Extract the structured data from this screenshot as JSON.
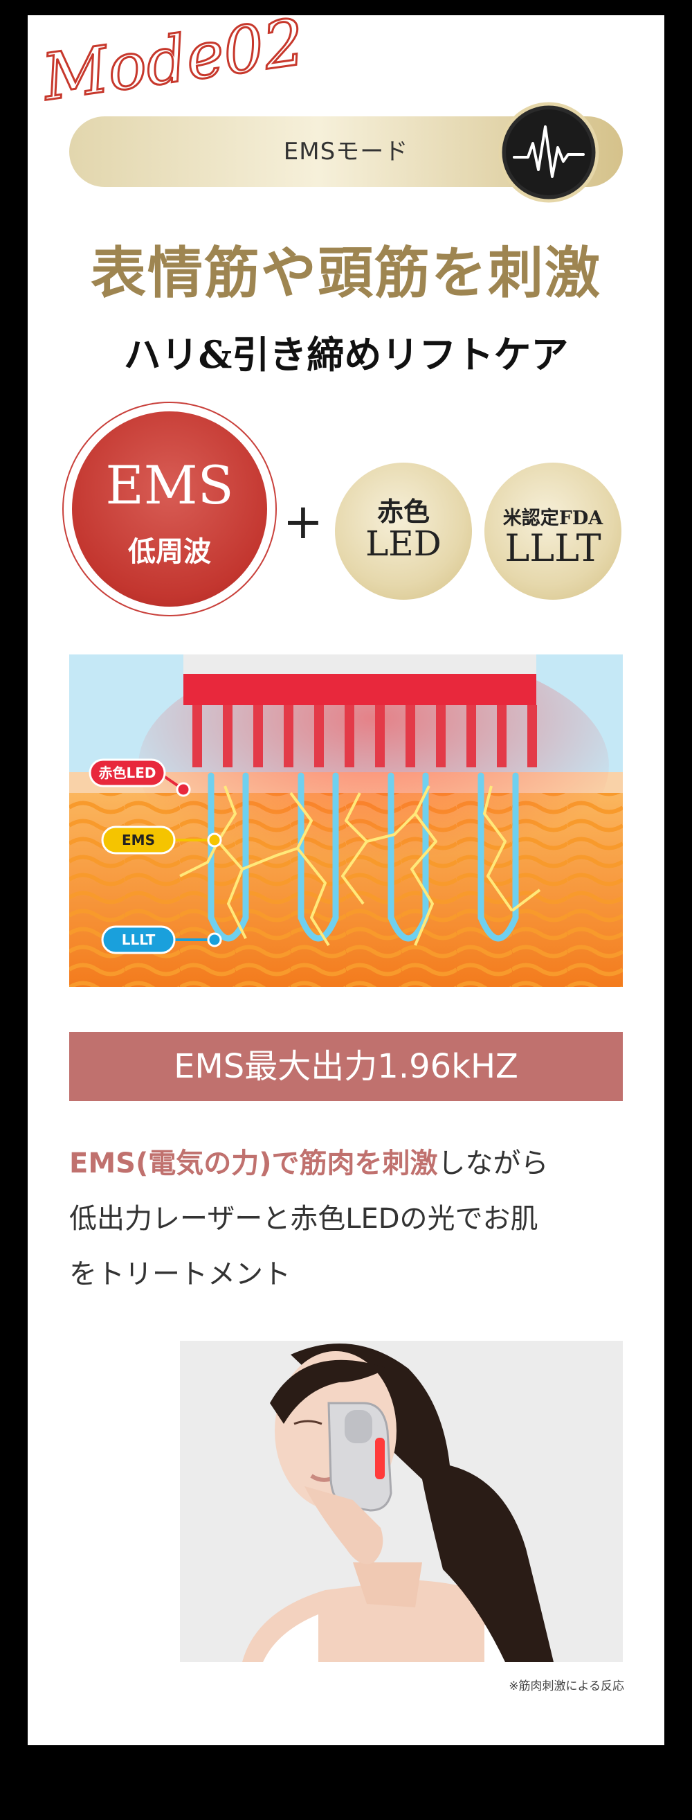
{
  "mode_label": "Mode02",
  "pill": {
    "label": "EMSモード",
    "icon": "pulse-icon"
  },
  "headline": "表情筋や頭筋を刺激",
  "subheadline": "ハリ&引き締めリフトケア",
  "badges": {
    "ems": {
      "title": "EMS",
      "subtitle": "低周波"
    },
    "plus": "+",
    "red_led": {
      "top": "赤色",
      "bottom": "LED"
    },
    "lllt": {
      "top": "米認定FDA",
      "bottom": "LLLT"
    }
  },
  "diagram": {
    "labels": {
      "red_led": "赤色LED",
      "ems": "EMS",
      "lllt": "LLLT"
    },
    "colors": {
      "red_led": "#e8283c",
      "ems": "#f5c400",
      "lllt": "#1aa0dc",
      "skin": "#f7921e",
      "sky": "#c5e8f6"
    }
  },
  "spec": "EMS最大出力1.96kHZ",
  "description": {
    "highlight": "EMS(電気の力)で筋肉を刺激",
    "line1_rest": "しながら",
    "line2": "低出力レーザーと赤色LEDの光でお肌",
    "line3": "をトリートメント"
  },
  "footnote": "※筋肉刺激による反応",
  "colors": {
    "gold": "#9e8551",
    "accent_red": "#c3362f",
    "spec_bg": "#c0716e",
    "background": "#000000",
    "card": "#ffffff"
  }
}
